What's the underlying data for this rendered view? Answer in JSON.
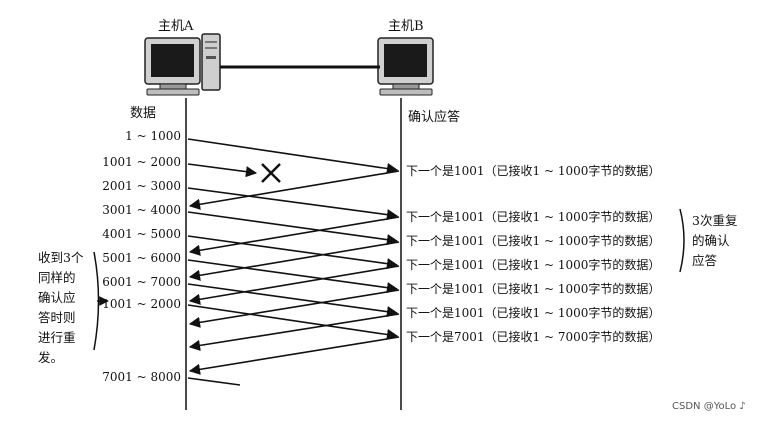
{
  "hosts": {
    "a": {
      "label": "主机A"
    },
    "b": {
      "label": "主机B"
    }
  },
  "headers": {
    "left": "数据",
    "right": "确认应答"
  },
  "segments": [
    "1 ~ 1000",
    "1001 ~ 2000",
    "2001 ~ 3000",
    "3001 ~ 4000",
    "4001 ~ 5000",
    "5001 ~ 6000",
    "6001 ~ 7000",
    "1001 ~ 2000",
    "7001 ~ 8000"
  ],
  "acks": [
    "下一个是1001（已接收1 ~ 1000字节的数据）",
    "下一个是1001（已接收1 ~ 1000字节的数据）",
    "下一个是1001（已接收1 ~ 1000字节的数据）",
    "下一个是1001（已接收1 ~ 1000字节的数据）",
    "下一个是1001（已接收1 ~ 1000字节的数据）",
    "下一个是1001（已接收1 ~ 1000字节的数据）",
    "下一个是7001（已接收1 ~ 7000字节的数据）"
  ],
  "notes": {
    "left": [
      "收到3个",
      "同样的",
      "确认应",
      "答时则",
      "进行重",
      "发。"
    ],
    "right": [
      "3次重复",
      "的确认",
      "应答"
    ]
  },
  "watermark": "CSDN @YoLo ♪",
  "icons": {
    "lost": "cross-mark-icon",
    "host": "desktop-computer-icon"
  }
}
